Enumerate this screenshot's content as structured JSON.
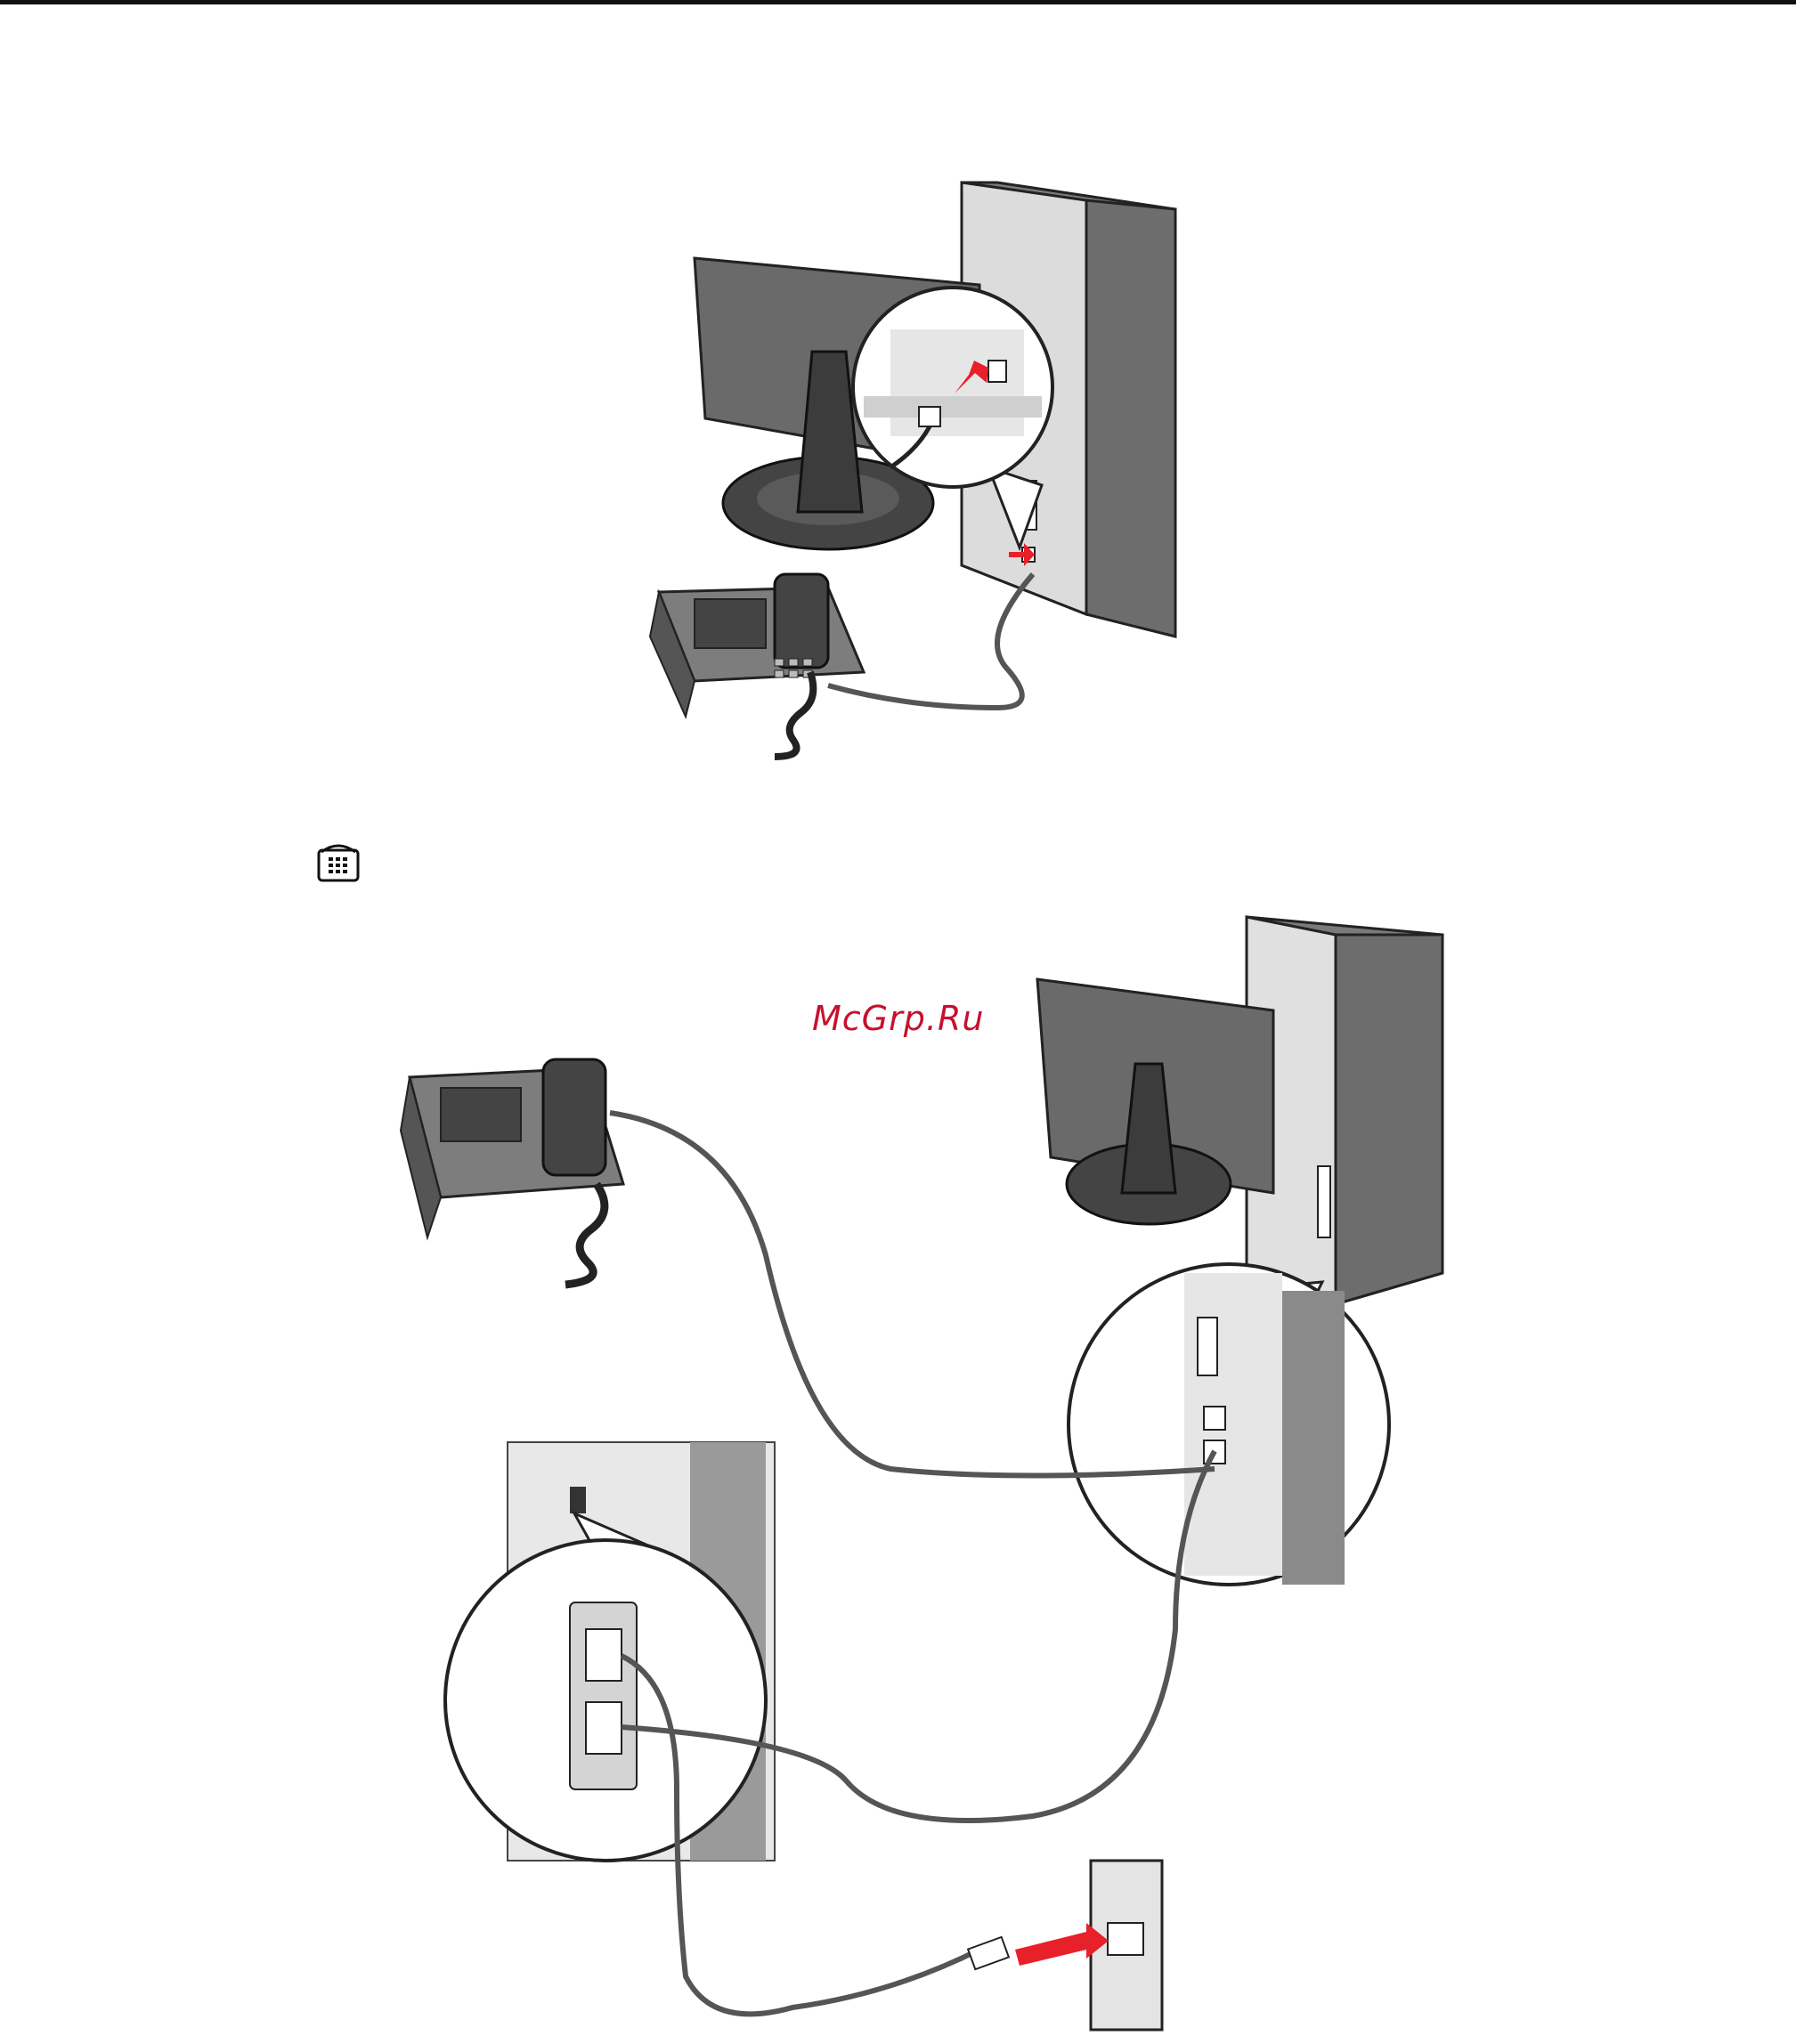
{
  "document": {
    "watermark": "McGrp.Ru"
  },
  "figure_1": {
    "icons": [
      "monitor-icon",
      "computer-tower-icon",
      "desk-phone-icon",
      "callout-magnifier",
      "red-arrow-icon"
    ]
  },
  "symbol": {
    "icon": "telephone-symbol-icon"
  },
  "figure_2": {
    "icons": [
      "desk-phone-icon",
      "monitor-icon",
      "computer-tower-icon",
      "printer-back-panel",
      "wall-jack-icon",
      "red-arrow-icon"
    ]
  },
  "colors": {
    "accent": "#e8202a",
    "watermark": "#c8102e",
    "device_dark": "#555555",
    "device_mid": "#8a8a8a",
    "device_light": "#d9d9d9"
  }
}
